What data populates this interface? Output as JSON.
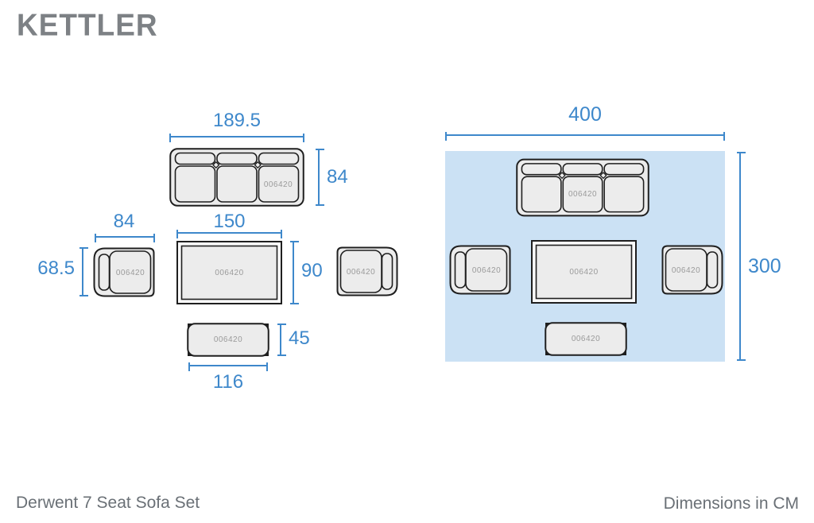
{
  "logo": {
    "brand": "KETTLER"
  },
  "colors": {
    "accent": "#3e88cb",
    "area_fill": "#cbe1f4",
    "furniture_fill": "#ececec",
    "furniture_stroke": "#1f1f1f",
    "sku_text": "#9a9a9a",
    "footer_text": "#6a7076",
    "logo_text": "#7d8185"
  },
  "pieces": {
    "sofa": {
      "width": "189.5",
      "depth": "84",
      "sku": "006420"
    },
    "armchair": {
      "width": "84",
      "depth": "68.5",
      "sku": "006420"
    },
    "table": {
      "width": "150",
      "depth": "90",
      "sku": "006420"
    },
    "armchair_right": {
      "sku": "006420"
    },
    "bench": {
      "width": "116",
      "depth": "45",
      "sku": "006420"
    }
  },
  "footprint": {
    "width": "400",
    "height": "300",
    "skus": {
      "sofa": "006420",
      "armchair_left": "006420",
      "table": "006420",
      "armchair_right": "006420",
      "bench": "006420"
    }
  },
  "footer": {
    "product": "Derwent 7 Seat Sofa Set",
    "units": "Dimensions in CM"
  }
}
